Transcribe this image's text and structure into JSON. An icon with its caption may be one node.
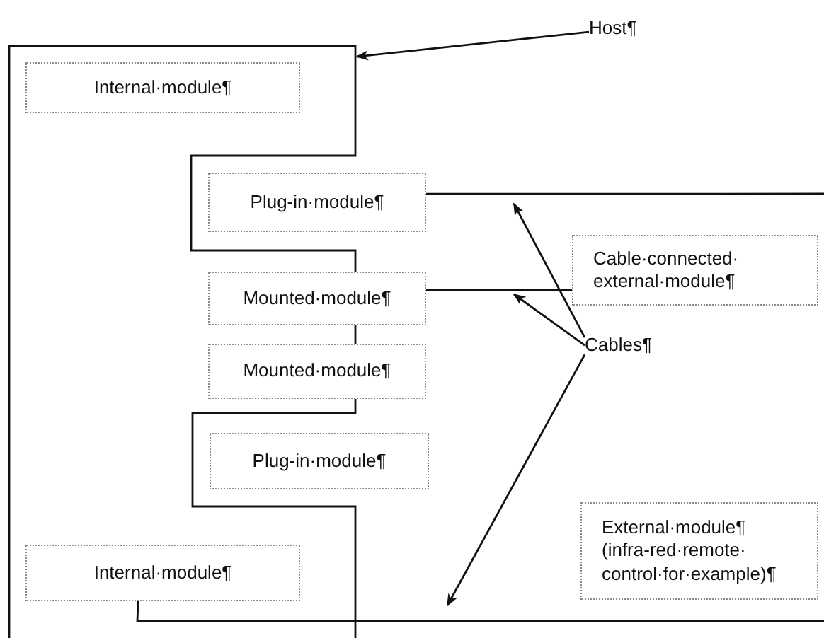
{
  "diagram": {
    "nodes": [
      {
        "text": [
          "Host¶"
        ]
      },
      {
        "text": [],
        "shape": "box"
      },
      {
        "text": [
          "Internal·module¶"
        ],
        "in": 1
      },
      {
        "text": [
          "Plug-in·module¶"
        ]
      },
      {
        "text": [
          "Cable·connected· external·module¶"
        ]
      },
      {
        "text": [
          "Mounted·module¶"
        ]
      },
      {
        "text": [
          "Mounted·module¶"
        ]
      },
      {
        "text": [
          "Cables¶"
        ]
      },
      {
        "text": [
          "Plug-in·module¶"
        ]
      },
      {
        "text": [
          "External·module¶",
          "(infra-red·remote· control·for·example)¶"
        ]
      },
      {
        "text": [
          "Internal·module¶"
        ],
        "in": 1
      }
    ],
    "edges": [
      {
        "from": 0,
        "to": 1,
        "arrow": "to"
      },
      {
        "from": 3,
        "to": null,
        "arrow": "none"
      },
      {
        "from": 5,
        "to": 4,
        "arrow": "none"
      },
      {
        "from": 10,
        "to": null,
        "arrow": "none"
      },
      {
        "from": 7,
        "to": null,
        "arrow": "to"
      },
      {
        "from": 7,
        "to": null,
        "arrow": "to"
      },
      {
        "from": 7,
        "to": null,
        "arrow": "to"
      }
    ]
  }
}
